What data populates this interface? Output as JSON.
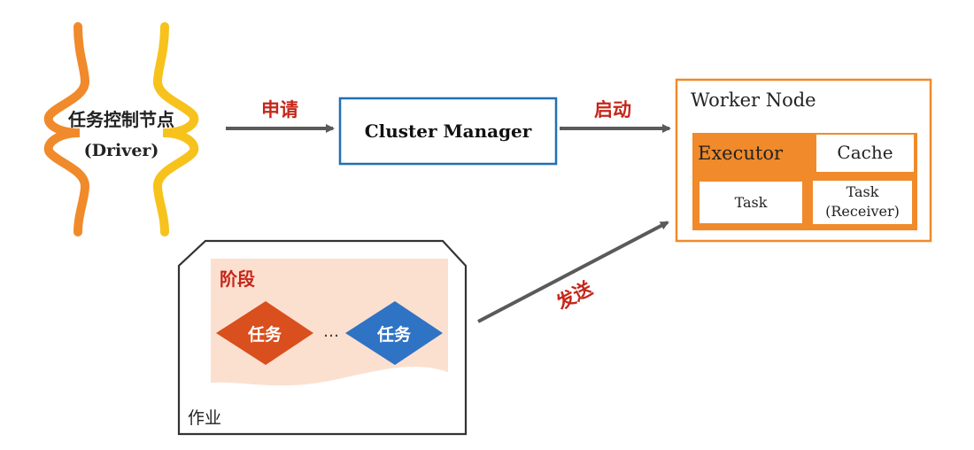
{
  "driver": {
    "title": "任务控制节点",
    "subtitle": "(Driver)"
  },
  "arrows": {
    "apply": "申请",
    "launch": "启动",
    "send": "发送"
  },
  "cluster_manager": {
    "label": "Cluster Manager"
  },
  "worker_node": {
    "title": "Worker Node",
    "executor": "Executor",
    "cache": "Cache",
    "task": "Task",
    "receiver_task_line1": "Task",
    "receiver_task_line2": "(Receiver)"
  },
  "job": {
    "label": "作业",
    "stage_label": "阶段",
    "task_left": "任务",
    "task_right": "任务",
    "ellipsis": "…"
  },
  "colors": {
    "orange": "#f08a2a",
    "orange_dark": "#e8772a",
    "yellow": "#f7c21c",
    "red_text": "#c6261a",
    "blue": "#1f6fb4",
    "diamond_red": "#d94f1e",
    "diamond_blue": "#2f73c4",
    "stage_bg": "#fbe0d0",
    "arrow_gray": "#5a5a5a"
  }
}
